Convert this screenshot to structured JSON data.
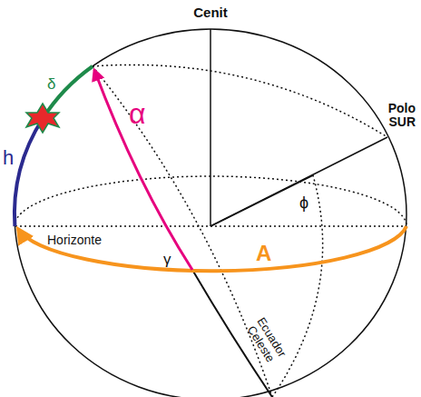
{
  "diagram": {
    "labels": [
      "Cenit",
      "Polo SUR",
      "δ",
      "h",
      "α",
      "ϕ",
      "A",
      "Horizonte",
      "γ",
      "Ecuador Celeste"
    ]
  }
}
